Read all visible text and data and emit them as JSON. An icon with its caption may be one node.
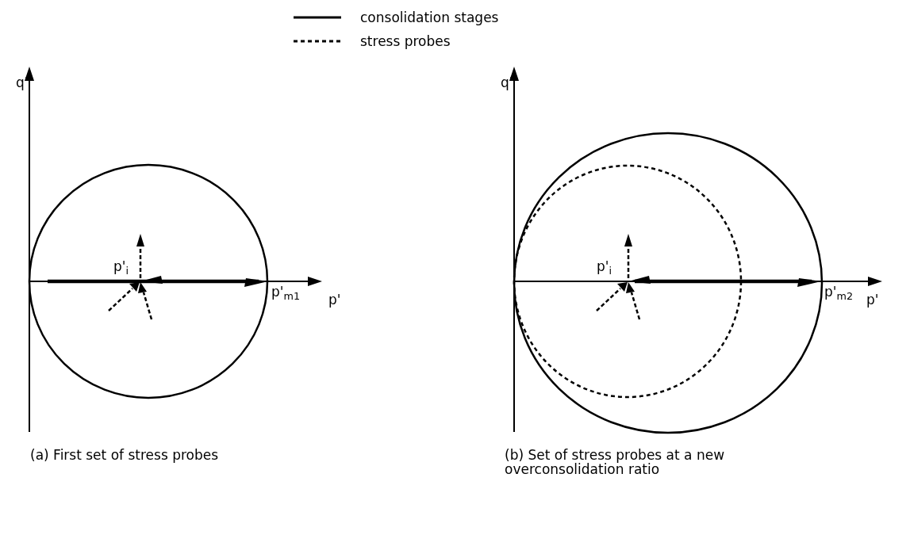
{
  "diagram": {
    "labels": [
      "q'",
      "p'$_{i}$",
      "p'$_{m1}$",
      "p'",
      "q'",
      "p'$_{i}$",
      "p'$_{m2}$",
      "p'",
      "(a) First set of stress probes",
      "(b) Set of stress probes at a new overconsolidation ratio"
    ],
    "legend": [
      {
        "text": "consolidation stages"
      },
      {
        "text": "stress probes"
      }
    ]
  }
}
